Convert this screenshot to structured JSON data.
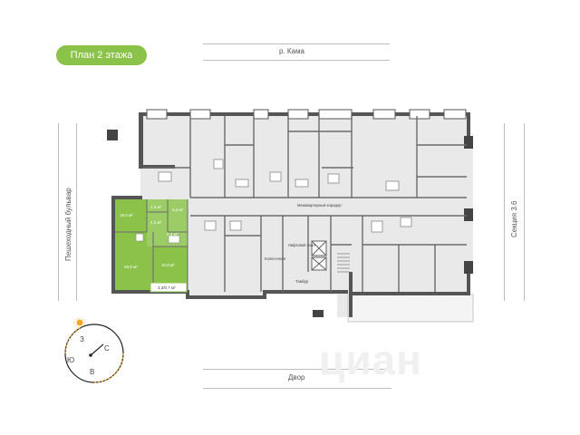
{
  "header": {
    "title": "План 2 этажа"
  },
  "labels": {
    "top": "р. Кама",
    "left": "Пешеходный бульвар",
    "right": "Секция 3.6",
    "bottom": "Двор"
  },
  "compass": {
    "north": "З",
    "east": "С",
    "south": "В",
    "west": "Ю"
  },
  "plan": {
    "corridor": "Межквартирный коридор",
    "lift_hall": "Лифтовой холл",
    "tambour": "Тамбур",
    "stroller": "Колясочная"
  },
  "apartment": {
    "color": "#8bc34a",
    "areas": {
      "a1": "18,0 м²",
      "a2": "1,0 м²",
      "a3": "4,2 м²",
      "a4": "6,3 м²",
      "a5": "4,3 м²",
      "a6": "28,9 м²",
      "a7": "10,9 м²",
      "a8": "3,3/0,7 м²"
    }
  },
  "watermark": "циан"
}
